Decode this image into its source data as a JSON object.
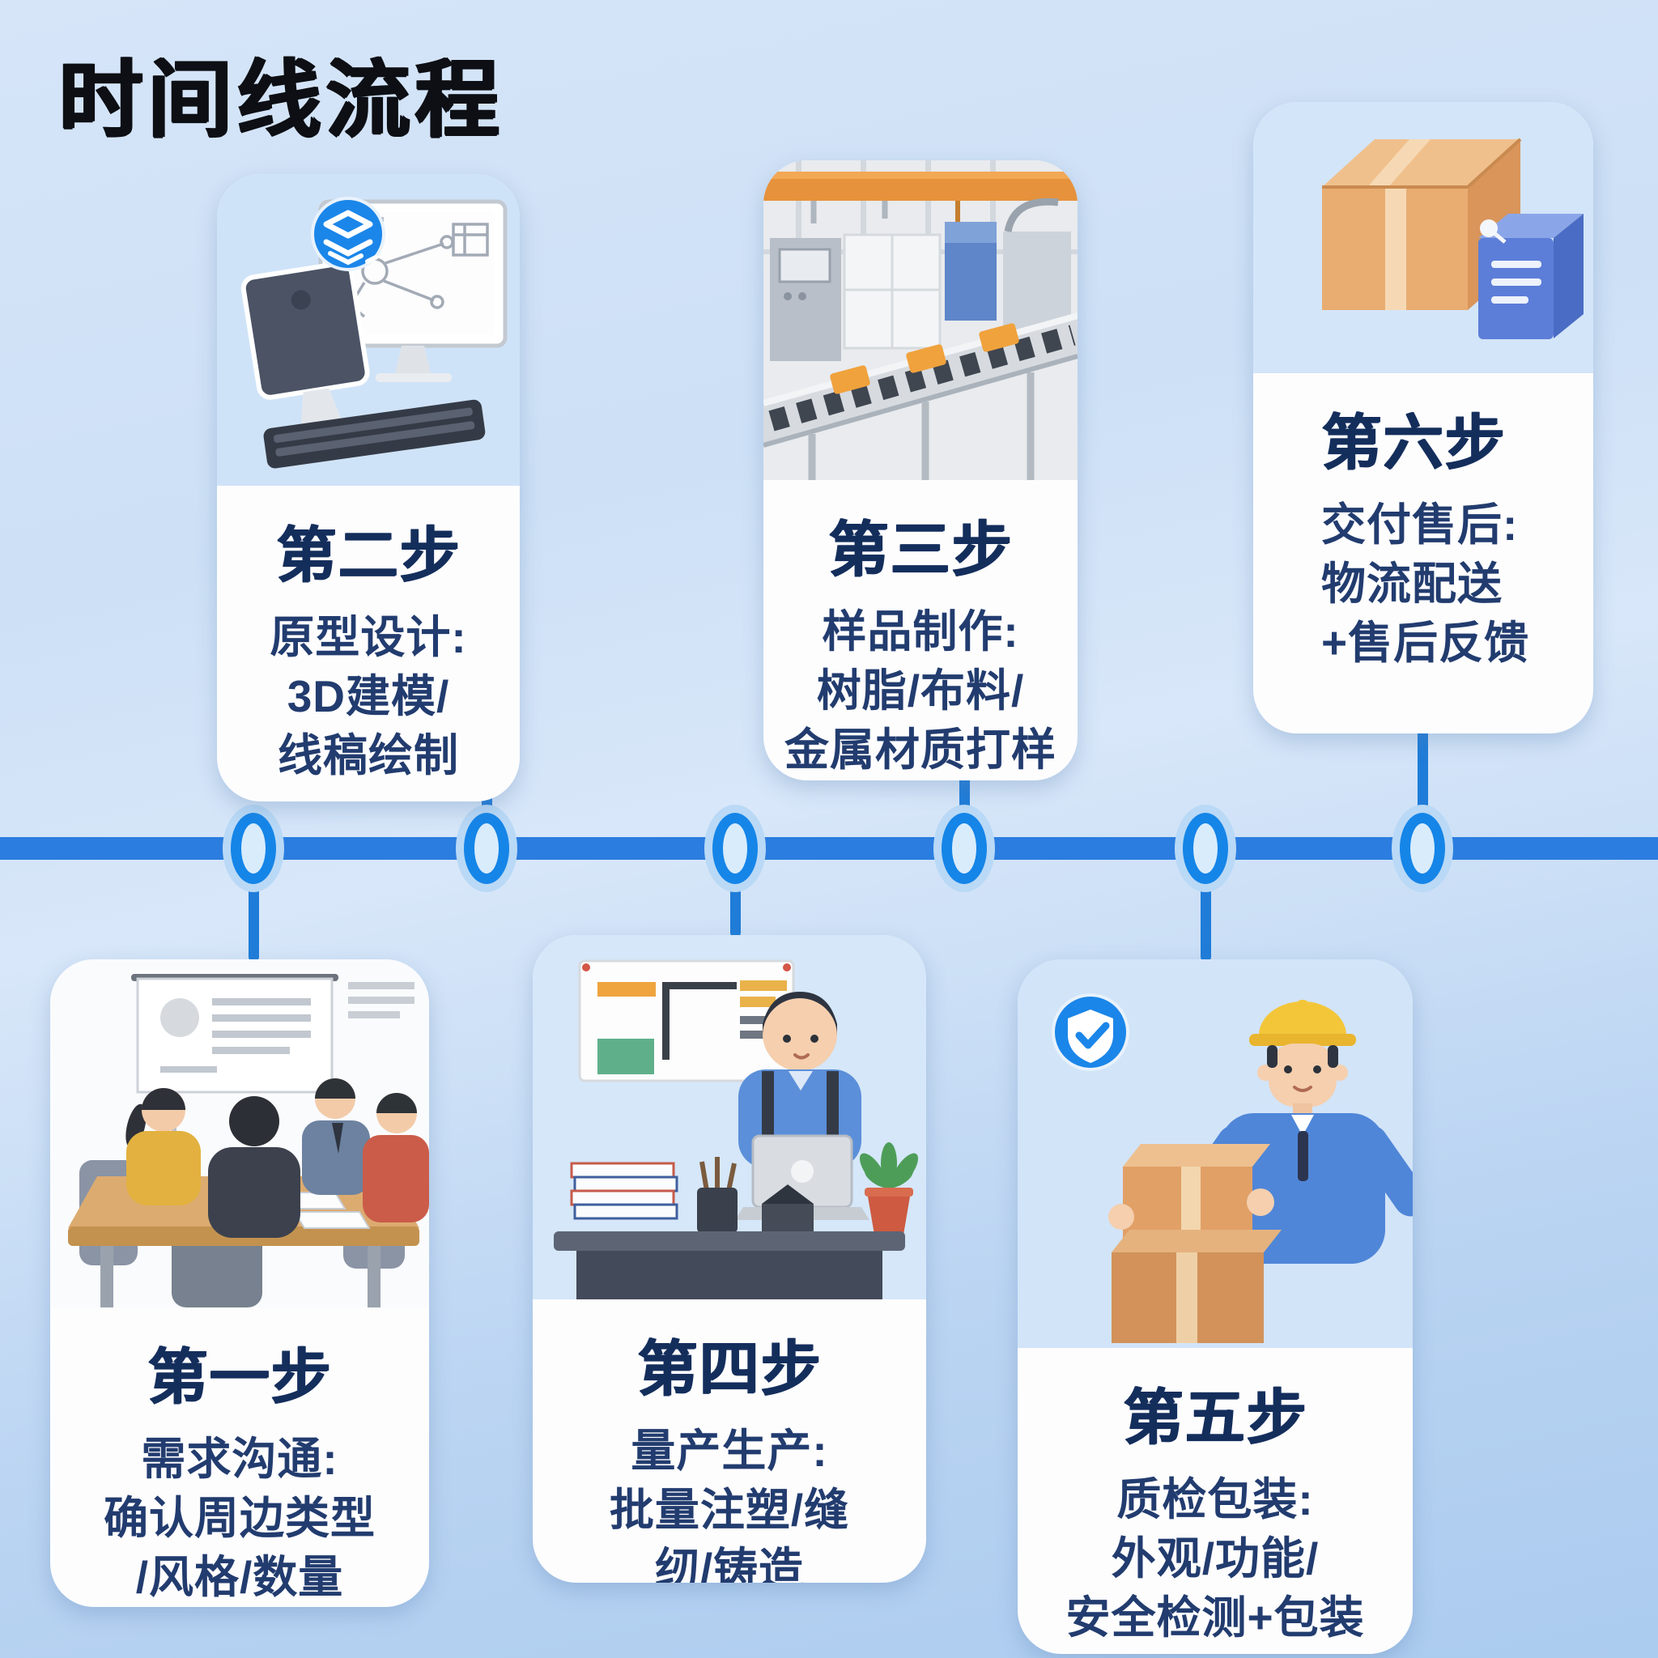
{
  "page": {
    "title": "时间线流程"
  },
  "timeline": {
    "node_count": 6,
    "bar_color": "#2b7de0",
    "node_ring_color": "#1585e8"
  },
  "colors": {
    "background_top": "#d6e5f8",
    "background_bottom": "#abcbef",
    "card_bg": "#fdfdfe",
    "title_text": "#0d0f14",
    "step_title_text": "#142e5c",
    "step_body_text": "#223c6f",
    "badge_blue": "#1b86e9",
    "illustration_bg_blue": "#d3e5f8"
  },
  "steps": [
    {
      "step": "第一步",
      "position": "below-timeline",
      "illustration": "team-meeting",
      "lines": [
        "需求沟通:",
        "确认周边类型",
        "/风格/数量"
      ]
    },
    {
      "step": "第二步",
      "position": "above-timeline",
      "illustration": "design-workstation",
      "badge": "layers-icon",
      "lines": [
        "原型设计:",
        "3D建模/",
        "线稿绘制"
      ]
    },
    {
      "step": "第三步",
      "position": "above-timeline",
      "illustration": "factory-production-line",
      "lines": [
        "样品制作:",
        "树脂/布料/",
        "金属材质打样"
      ]
    },
    {
      "step": "第四步",
      "position": "below-timeline",
      "illustration": "office-desk-worker",
      "lines": [
        "量产生产:",
        "批量注塑/缝",
        "纫/铸造"
      ]
    },
    {
      "step": "第五步",
      "position": "below-timeline",
      "illustration": "qc-packing-worker",
      "badge": "shield-check-icon",
      "lines": [
        "质检包装:",
        "外观/功能/",
        "安全检测+包装"
      ]
    },
    {
      "step": "第六步",
      "position": "above-timeline",
      "illustration": "delivery-boxes",
      "lines": [
        "交付售后:",
        "物流配送",
        "+售后反馈"
      ]
    }
  ]
}
